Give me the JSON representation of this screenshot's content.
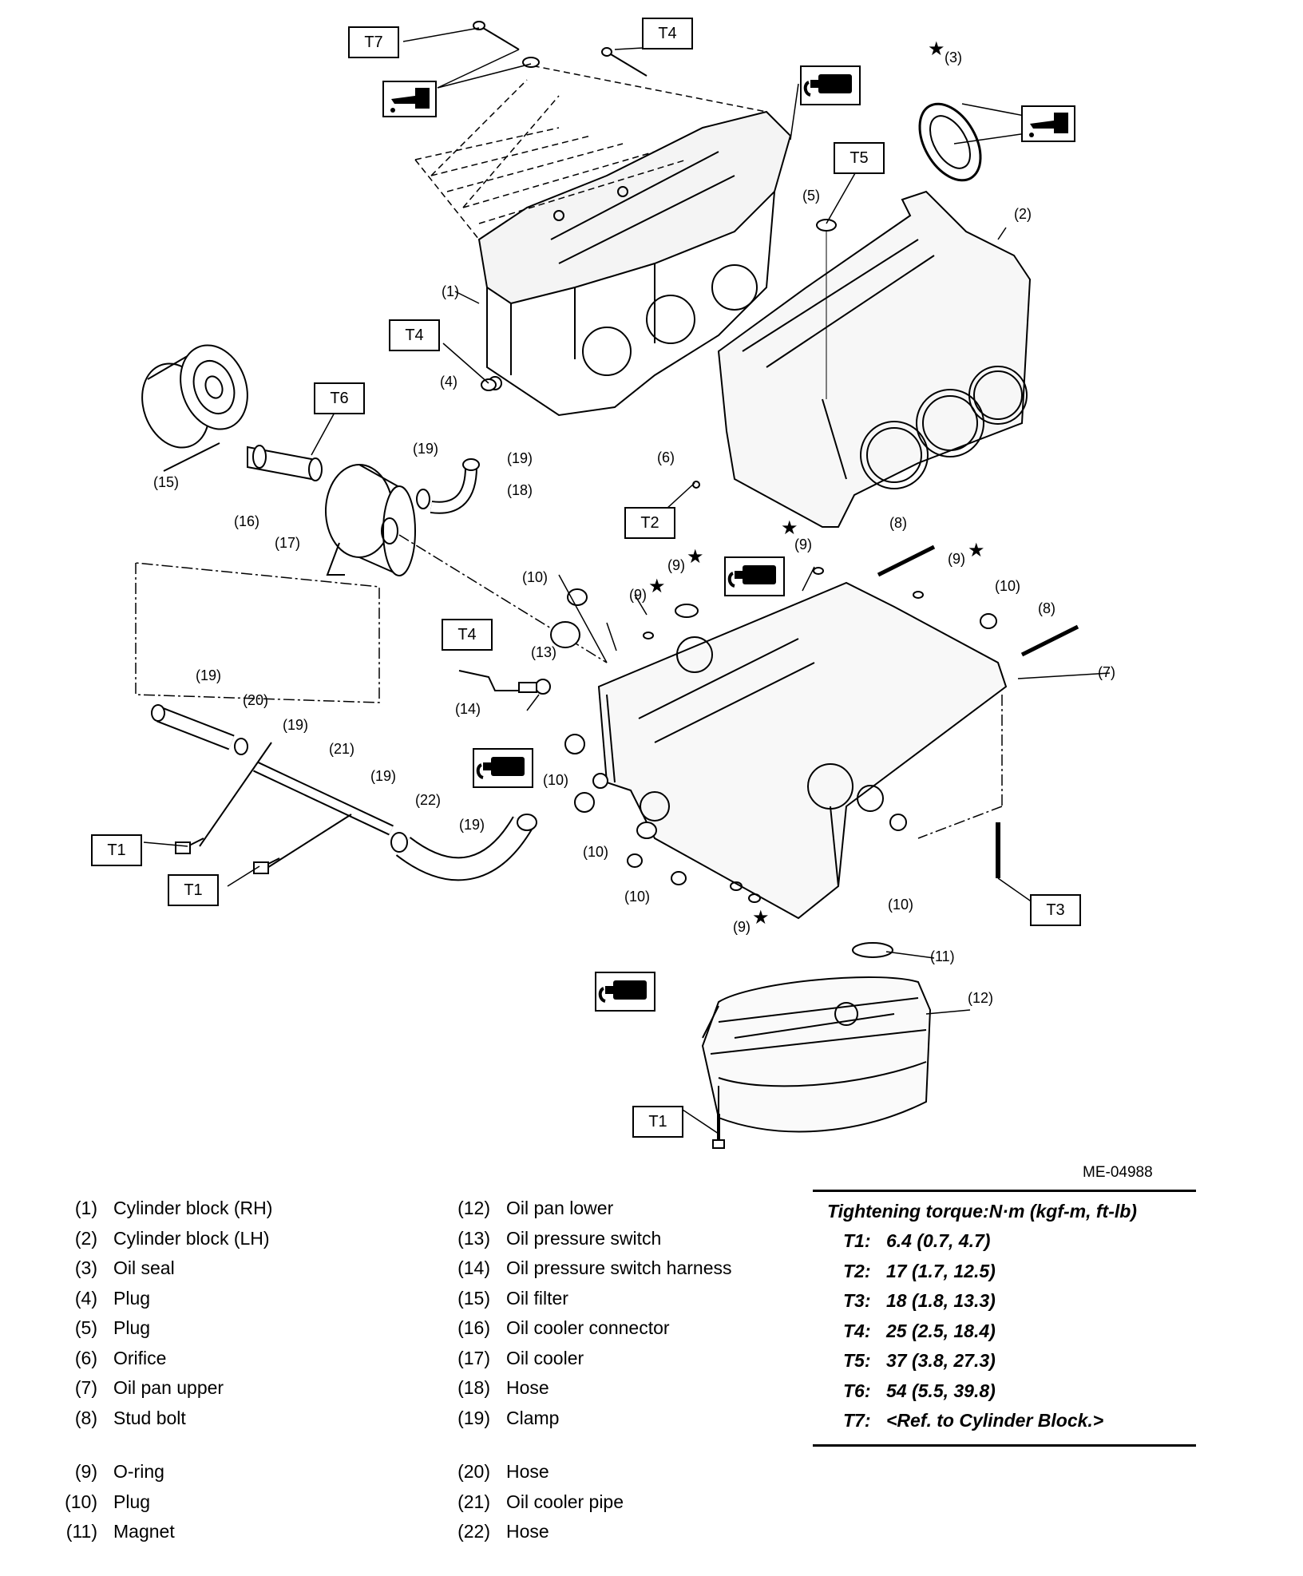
{
  "image_code": "ME-04988",
  "torque_boxes": {
    "t7": "T7",
    "t4a": "T4",
    "t5": "T5",
    "t4b": "T4",
    "t6": "T6",
    "t2": "T2",
    "t4c": "T4",
    "t1a": "T1",
    "t1b": "T1",
    "t3": "T3",
    "t1c": "T1"
  },
  "callouts": {
    "c1": "(1)",
    "c2": "(2)",
    "c3": "(3)",
    "c4": "(4)",
    "c5": "(5)",
    "c6": "(6)",
    "c7": "(7)",
    "c8a": "(8)",
    "c8b": "(8)",
    "c9a": "(9)",
    "c9b": "(9)",
    "c9c": "(9)",
    "c9d": "(9)",
    "c9e": "(9)",
    "c10a": "(10)",
    "c10b": "(10)",
    "c10c": "(10)",
    "c10d": "(10)",
    "c10e": "(10)",
    "c10f": "(10)",
    "c11": "(11)",
    "c12": "(12)",
    "c13": "(13)",
    "c14": "(14)",
    "c15": "(15)",
    "c16": "(16)",
    "c17": "(17)",
    "c18": "(18)",
    "c19a": "(19)",
    "c19b": "(19)",
    "c19c": "(19)",
    "c19d": "(19)",
    "c19e": "(19)",
    "c19f": "(19)",
    "c20": "(20)",
    "c21": "(21)",
    "c22": "(22)",
    "star": "★"
  },
  "legend_left": [
    {
      "num": "(1)",
      "name": "Cylinder block (RH)"
    },
    {
      "num": "(2)",
      "name": "Cylinder block (LH)"
    },
    {
      "num": "(3)",
      "name": "Oil seal"
    },
    {
      "num": "(4)",
      "name": "Plug"
    },
    {
      "num": "(5)",
      "name": "Plug"
    },
    {
      "num": "(6)",
      "name": "Orifice"
    },
    {
      "num": "(7)",
      "name": "Oil pan upper"
    },
    {
      "num": "(8)",
      "name": "Stud bolt"
    },
    {
      "num": "(9)",
      "name": "O-ring"
    },
    {
      "num": "(10)",
      "name": "Plug"
    },
    {
      "num": "(11)",
      "name": "Magnet"
    }
  ],
  "legend_right": [
    {
      "num": "(12)",
      "name": "Oil pan lower"
    },
    {
      "num": "(13)",
      "name": "Oil pressure switch"
    },
    {
      "num": "(14)",
      "name": "Oil pressure switch harness"
    },
    {
      "num": "(15)",
      "name": "Oil filter"
    },
    {
      "num": "(16)",
      "name": "Oil cooler connector"
    },
    {
      "num": "(17)",
      "name": "Oil cooler"
    },
    {
      "num": "(18)",
      "name": "Hose"
    },
    {
      "num": "(19)",
      "name": "Clamp"
    },
    {
      "num": "(20)",
      "name": "Hose"
    },
    {
      "num": "(21)",
      "name": "Oil cooler pipe"
    },
    {
      "num": "(22)",
      "name": "Hose"
    }
  ],
  "torque": {
    "title": "Tightening torque:N·m (kgf-m, ft-lb)",
    "rows": [
      {
        "code": "T1:",
        "value": "6.4 (0.7, 4.7)"
      },
      {
        "code": "T2:",
        "value": "17 (1.7, 12.5)"
      },
      {
        "code": "T3:",
        "value": "18 (1.8, 13.3)"
      },
      {
        "code": "T4:",
        "value": "25 (2.5, 18.4)"
      },
      {
        "code": "T5:",
        "value": "37 (3.8, 27.3)"
      },
      {
        "code": "T6:",
        "value": "54 (5.5, 39.8)"
      },
      {
        "code": "T7:",
        "value": "<Ref. to Cylinder Block.>"
      }
    ]
  }
}
